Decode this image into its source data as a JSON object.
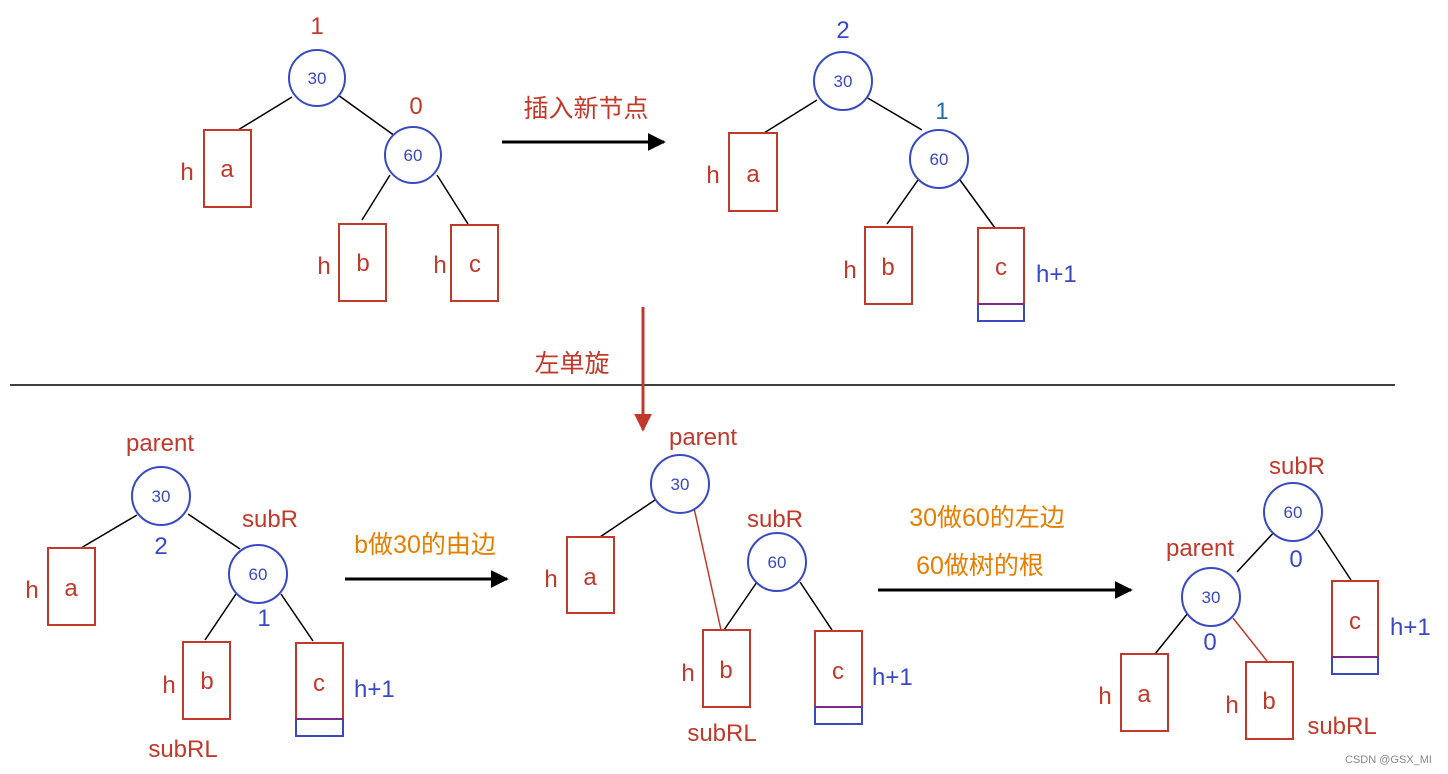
{
  "colors": {
    "red": "#c0392b",
    "blue": "#3949c4",
    "orange": "#e67e00",
    "teal": "#1f6fa8",
    "black": "#000000"
  },
  "step1": {
    "root": {
      "value": "30",
      "balance": "1"
    },
    "right": {
      "value": "60",
      "balance": "0"
    },
    "sub_a": {
      "label": "a",
      "height": "h"
    },
    "sub_b": {
      "label": "b",
      "height": "h"
    },
    "sub_c": {
      "label": "c",
      "height": "h"
    }
  },
  "arrow_insert": {
    "label": "插入新节点"
  },
  "step2": {
    "root": {
      "value": "30",
      "balance": "2"
    },
    "right": {
      "value": "60",
      "balance": "1"
    },
    "sub_a": {
      "label": "a",
      "height": "h"
    },
    "sub_b": {
      "label": "b",
      "height": "h"
    },
    "sub_c": {
      "label": "c",
      "height": "h+1"
    }
  },
  "arrow_rotate": {
    "label": "左单旋"
  },
  "step3": {
    "root": {
      "value": "30",
      "balance": "2",
      "role": "parent"
    },
    "right": {
      "value": "60",
      "balance": "1",
      "role": "subR"
    },
    "sub_a": {
      "label": "a",
      "height": "h"
    },
    "sub_b": {
      "label": "b",
      "height": "h",
      "role": "subRL"
    },
    "sub_c": {
      "label": "c",
      "height": "h+1"
    }
  },
  "arrow_b": {
    "label": "b做30的由边"
  },
  "step4": {
    "root": {
      "value": "30",
      "role": "parent"
    },
    "right": {
      "value": "60",
      "role": "subR"
    },
    "sub_a": {
      "label": "a",
      "height": "h"
    },
    "sub_b": {
      "label": "b",
      "height": "h",
      "role": "subRL"
    },
    "sub_c": {
      "label": "c",
      "height": "h+1"
    }
  },
  "arrow_final": {
    "label_line1": "30做60的左边",
    "label_line2": "60做树的根"
  },
  "step5": {
    "root": {
      "value": "60",
      "balance": "0",
      "role": "subR"
    },
    "left": {
      "value": "30",
      "balance": "0",
      "role": "parent"
    },
    "sub_a": {
      "label": "a",
      "height": "h"
    },
    "sub_b": {
      "label": "b",
      "height": "h",
      "role": "subRL"
    },
    "sub_c": {
      "label": "c",
      "height": "h+1"
    }
  },
  "watermark": "CSDN @GSX_MI"
}
